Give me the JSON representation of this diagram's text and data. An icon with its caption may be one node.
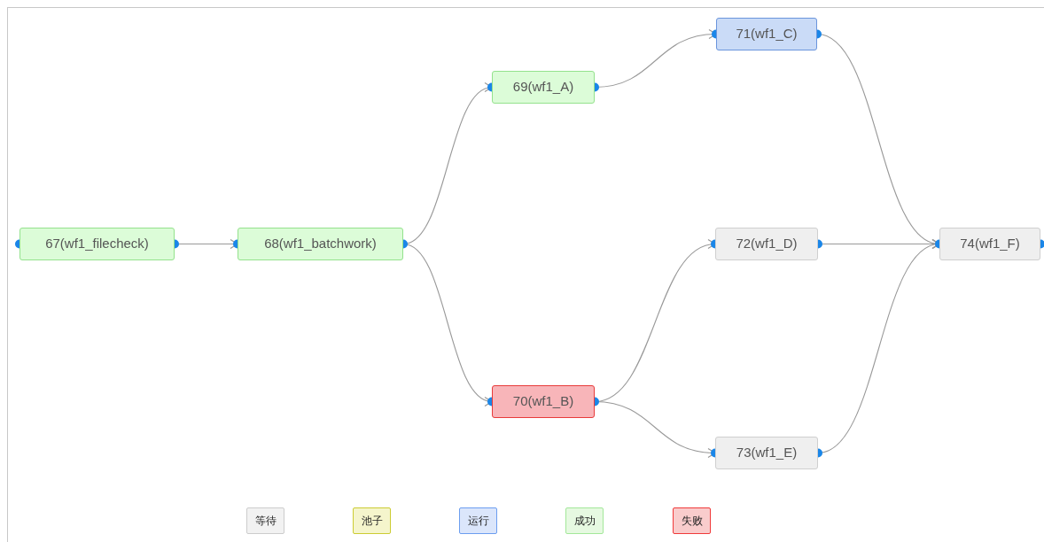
{
  "diagram": {
    "nodes": [
      {
        "text": [
          "67(wf1_filecheck)"
        ]
      },
      {
        "text": [
          "68(wf1_batchwork)"
        ]
      },
      {
        "text": [
          "69(wf1_A)"
        ]
      },
      {
        "text": [
          "71(wf1_C)"
        ]
      },
      {
        "text": [
          "70(wf1_B)"
        ]
      },
      {
        "text": [
          "72(wf1_D)"
        ]
      },
      {
        "text": [
          "73(wf1_E)"
        ]
      },
      {
        "text": [
          "74(wf1_F)"
        ]
      }
    ],
    "edges": [
      {
        "from": 0,
        "to": 1,
        "arrow": "to"
      },
      {
        "from": 1,
        "to": 2,
        "arrow": "to"
      },
      {
        "from": 1,
        "to": 4,
        "arrow": "to"
      },
      {
        "from": 2,
        "to": 3,
        "arrow": "to"
      },
      {
        "from": 4,
        "to": 5,
        "arrow": "to"
      },
      {
        "from": 4,
        "to": 6,
        "arrow": "to"
      },
      {
        "from": 3,
        "to": 7,
        "arrow": "to"
      },
      {
        "from": 5,
        "to": 7,
        "arrow": "to"
      },
      {
        "from": 6,
        "to": 7,
        "arrow": "to"
      }
    ],
    "legend": [
      {
        "text": "等待",
        "color": "#f2f2f2"
      },
      {
        "text": "池子",
        "color": "#f5f5cc"
      },
      {
        "text": "运行",
        "color": "#dbe6fb"
      },
      {
        "text": "成功",
        "color": "#e6f9e1"
      },
      {
        "text": "失败",
        "color": "#f9cccc"
      }
    ]
  }
}
